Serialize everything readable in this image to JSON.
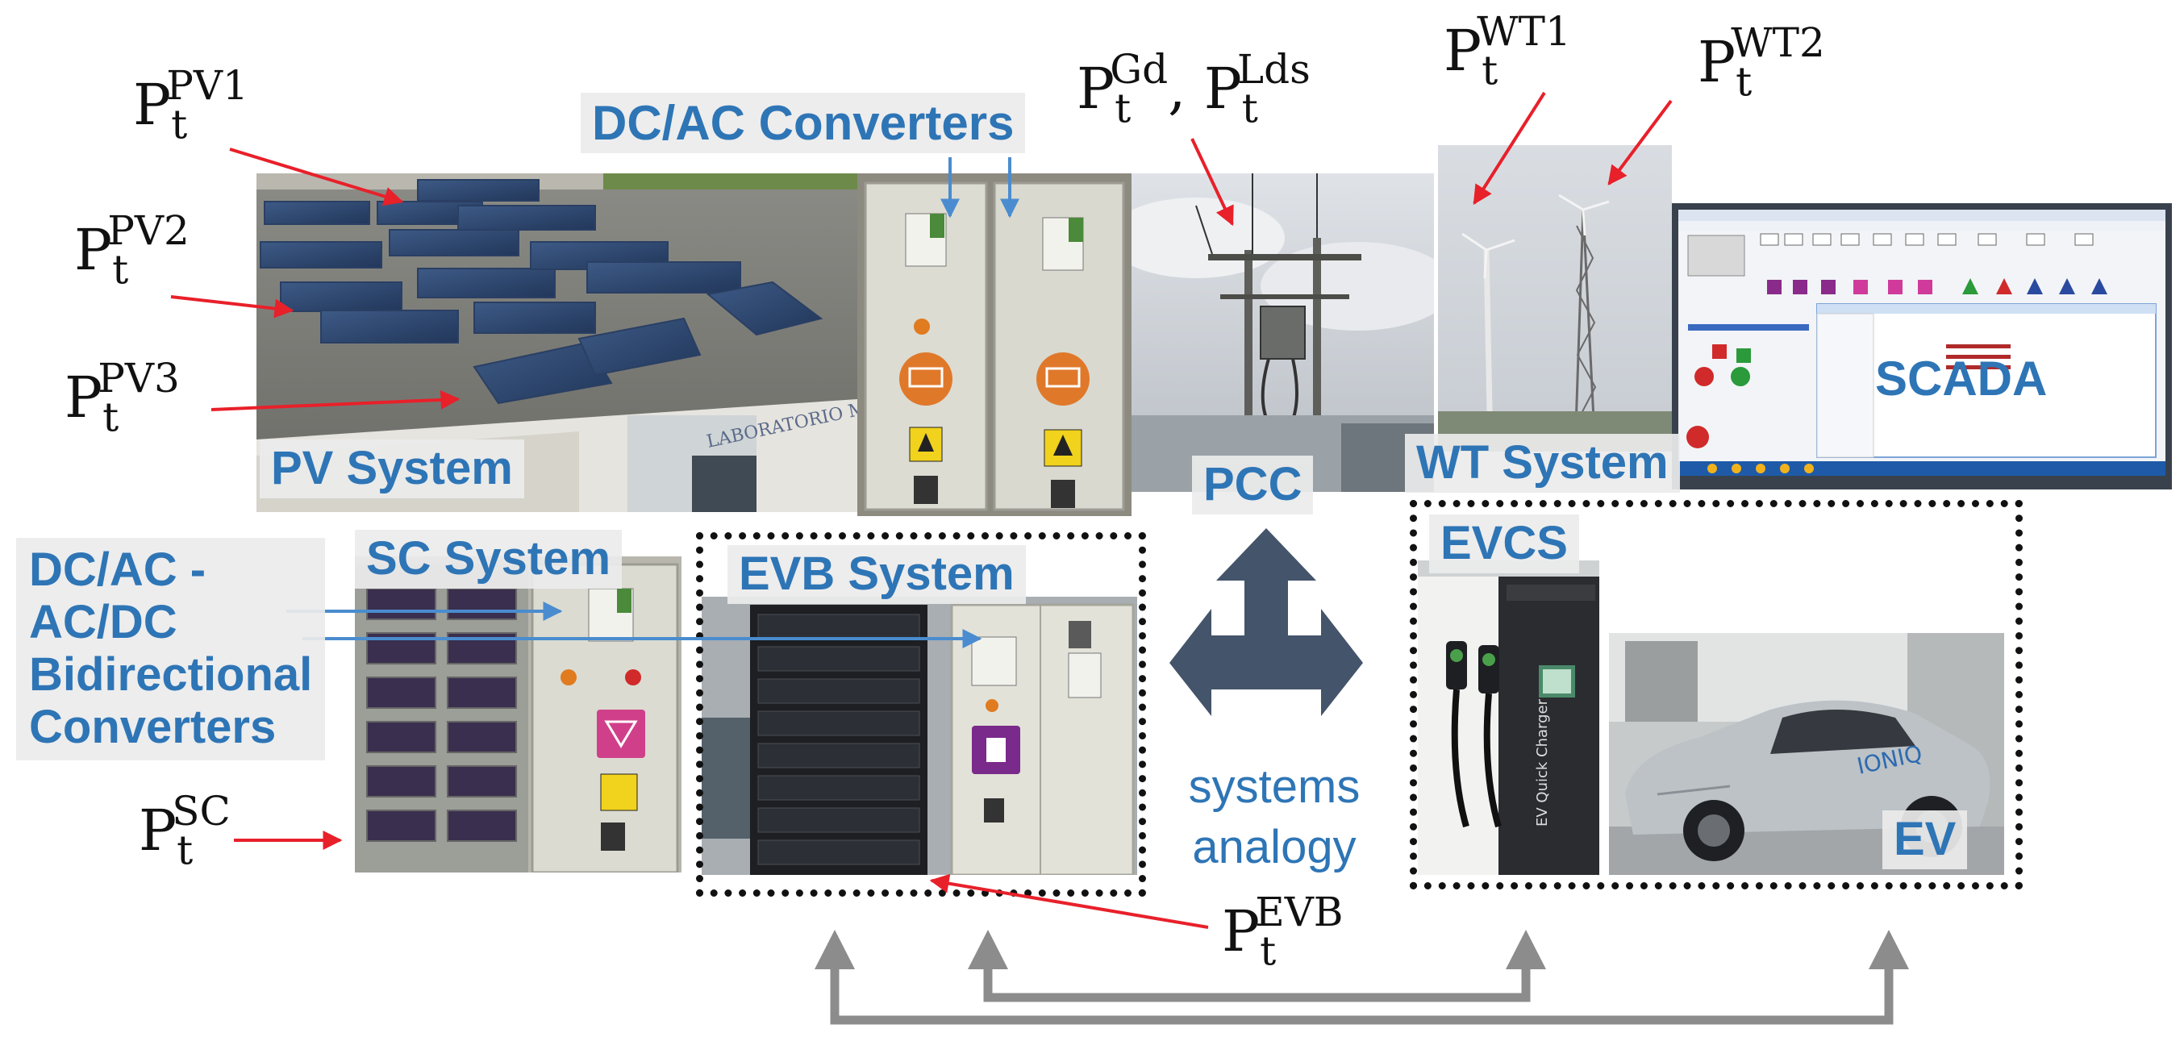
{
  "labels": {
    "dcac_converters": "DC/AC Converters",
    "pv_system": "PV System",
    "pcc": "PCC",
    "wt_system": "WT System",
    "sc_system": "SC System",
    "evb_system": "EVB System",
    "evcs": "EVCS",
    "ev": "EV",
    "scada": "SCADA",
    "bidirectional": [
      "DC/AC -",
      "AC/DC",
      "Bidirectional",
      "Converters"
    ]
  },
  "analogy": [
    "systems",
    "analogy"
  ],
  "symbols": {
    "pv1": {
      "base": "P",
      "sub": "t",
      "sup": "PV1"
    },
    "pv2": {
      "base": "P",
      "sub": "t",
      "sup": "PV2"
    },
    "pv3": {
      "base": "P",
      "sub": "t",
      "sup": "PV3"
    },
    "gd": {
      "base": "P",
      "sub": "t",
      "sup": "Gd"
    },
    "lds": {
      "base": "P",
      "sub": "t",
      "sup": "Lds"
    },
    "sep": ",",
    "wt1": {
      "base": "P",
      "sub": "t",
      "sup": "WT1"
    },
    "wt2": {
      "base": "P",
      "sub": "t",
      "sup": "WT2"
    },
    "sc": {
      "base": "P",
      "sub": "t",
      "sup": "SC"
    },
    "evb": {
      "base": "P",
      "sub": "t",
      "sup": "EVB"
    }
  },
  "colors": {
    "accent_blue": "#2e75b6",
    "red_arrow": "#e8202a",
    "blue_arrow": "#4a8ccf",
    "gray_arrow": "#8c8c8c",
    "hub_arrow": "#44546a"
  }
}
